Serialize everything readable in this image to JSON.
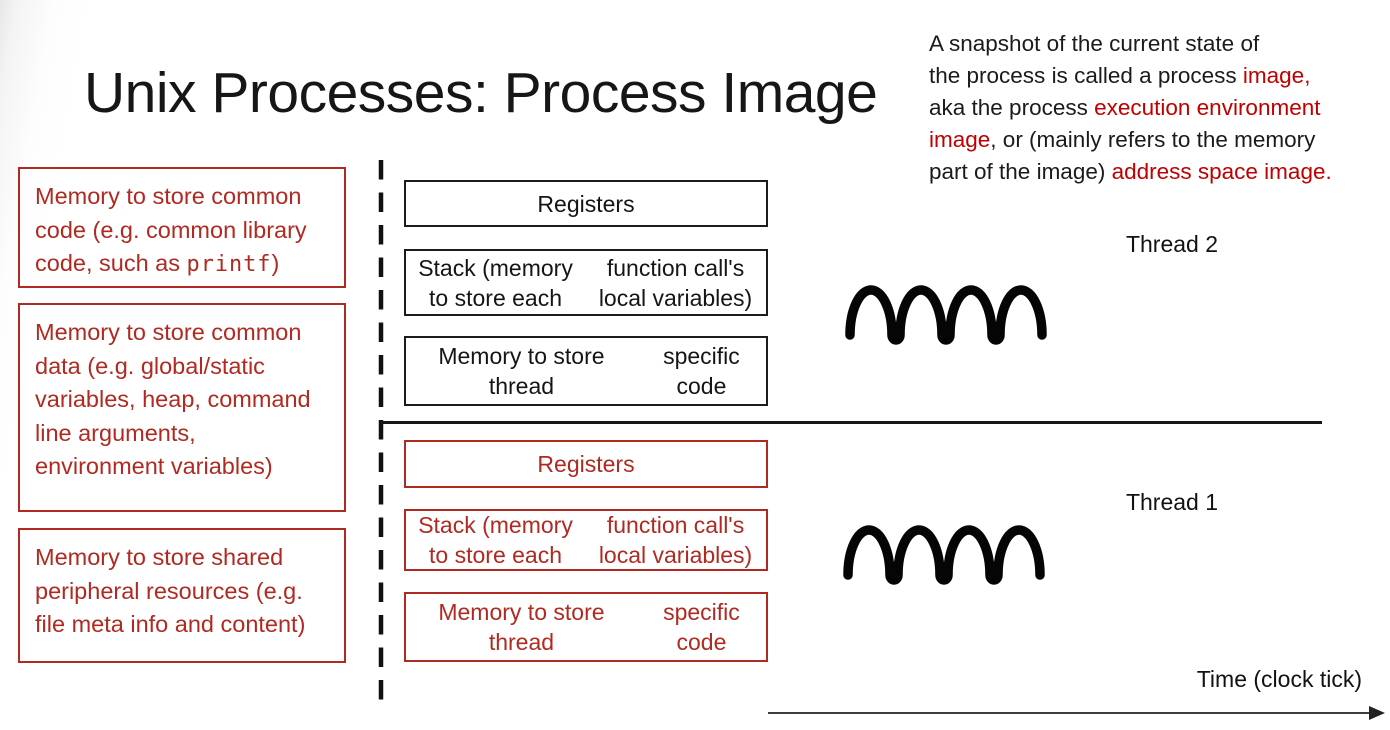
{
  "slide": {
    "title": "Unix Processes: Process Image",
    "note": {
      "lines": [
        [
          {
            "t": "A snapshot of the current state of"
          }
        ],
        [
          {
            "t": "the process is called a process "
          },
          {
            "t": "image,",
            "red": true
          }
        ],
        [
          {
            "t": "aka the process "
          },
          {
            "t": "execution environment",
            "red": true
          }
        ],
        [
          {
            "t": "image",
            "red": true
          },
          {
            "t": ", or (mainly refers to the memory"
          }
        ],
        [
          {
            "t": "part of the image) "
          },
          {
            "t": "address space image.",
            "red": true
          }
        ]
      ]
    },
    "left_boxes": [
      {
        "name": "memory-common-code",
        "lines": [
          [
            {
              "t": "Memory to store common"
            }
          ],
          [
            {
              "t": "code (e.g. common library"
            }
          ],
          [
            {
              "t": "code, such as "
            },
            {
              "t": "printf",
              "mono": true
            },
            {
              "t": ")"
            }
          ]
        ]
      },
      {
        "name": "memory-common-data",
        "lines": [
          [
            {
              "t": "Memory to store common"
            }
          ],
          [
            {
              "t": "data (e.g. global/static"
            }
          ],
          [
            {
              "t": "variables, heap, command"
            }
          ],
          [
            {
              "t": "line arguments,"
            }
          ],
          [
            {
              "t": "environment variables)"
            }
          ]
        ]
      },
      {
        "name": "memory-shared-resources",
        "lines": [
          [
            {
              "t": "Memory to store shared"
            }
          ],
          [
            {
              "t": "peripheral resources (e.g."
            }
          ],
          [
            {
              "t": "file meta info and content)"
            }
          ]
        ]
      }
    ],
    "thread2": {
      "label": "Thread 2",
      "boxes": [
        {
          "lines": [
            [
              {
                "t": "Registers"
              }
            ]
          ]
        },
        {
          "lines": [
            [
              {
                "t": "Stack (memory to store each"
              }
            ],
            [
              {
                "t": "function call's local variables)"
              }
            ]
          ]
        },
        {
          "lines": [
            [
              {
                "t": "Memory to store thread"
              }
            ],
            [
              {
                "t": "specific code"
              }
            ]
          ]
        }
      ]
    },
    "thread1": {
      "label": "Thread 1",
      "boxes": [
        {
          "lines": [
            [
              {
                "t": "Registers"
              }
            ]
          ]
        },
        {
          "lines": [
            [
              {
                "t": "Stack (memory to store each"
              }
            ],
            [
              {
                "t": "function call's local variables)"
              }
            ]
          ]
        },
        {
          "lines": [
            [
              {
                "t": "Memory to store thread"
              }
            ],
            [
              {
                "t": "specific code"
              }
            ]
          ]
        }
      ]
    },
    "time_axis_label": "Time (clock tick)",
    "colors": {
      "note_red": "#c00000",
      "box_red": "#b02a22",
      "line_black": "#161616"
    }
  }
}
